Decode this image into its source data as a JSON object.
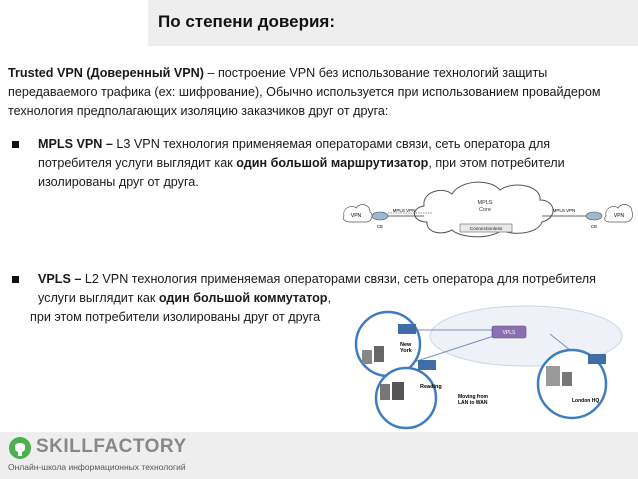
{
  "header": {
    "title": "По степени доверия:"
  },
  "intro": {
    "bold": "Trusted VPN (Доверенный VPN)",
    "rest": " – построение VPN без использование технологий защиты передаваемого трафика (ex: шифрование), Обычно используется при использованием провайдером технология предполагающих изоляцию заказчиков друг от друга:"
  },
  "bullets": [
    {
      "name": "MPLS VPN –",
      "text1": " L3 VPN технология применяемая операторами связи, сеть оператора для потребителя услуги выглядит как ",
      "strong": "один большой маршрутизатор",
      "text2": ", при этом потребители изолированы друг от друга."
    },
    {
      "name": "VPLS –",
      "text1": " L2 VPN технология применяемая операторами связи, сеть оператора для потребителя услуги выглядит как ",
      "strong": "один большой коммутатор",
      "text2": ",",
      "text3": "при этом потребители изолированы друг от друга"
    }
  ],
  "mpls_diagram": {
    "left_vpn": "VPN",
    "left_mpls": "MPLS VPN",
    "left_ce": "CE",
    "core1": "MPLS",
    "core2": "Core",
    "conn": "Connectionless",
    "right_mpls": "MPLS VPN",
    "right_vpn": "VPN",
    "right_ce": "CE"
  },
  "vpls_diagram": {
    "vpls": "VPLS",
    "newyork1": "New",
    "newyork2": "York",
    "reading": "Reading",
    "london": "London HQ",
    "moving1": "Moving from",
    "moving2": "LAN to WAN"
  },
  "footer": {
    "logo": "SKILLFACTORY",
    "sub": "Онлайн-школа информационных технологий"
  }
}
